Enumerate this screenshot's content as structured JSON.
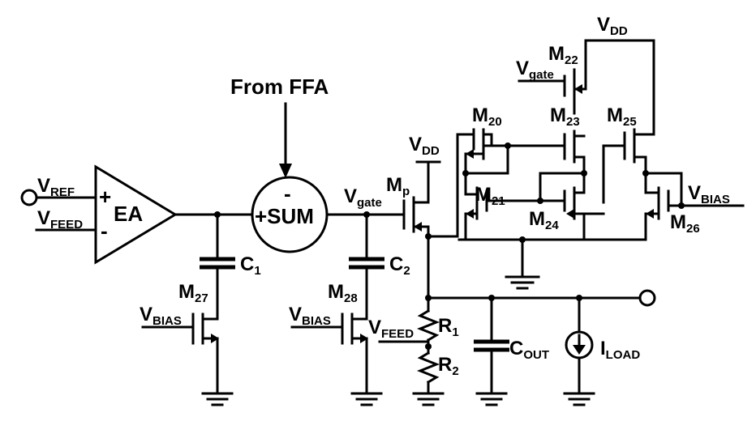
{
  "labels": {
    "from_ffa": "From FFA",
    "vref": {
      "main": "V",
      "sub": "REF"
    },
    "vfeed_in": {
      "main": "V",
      "sub": "FEED"
    },
    "plus": "+",
    "minus": "-",
    "ea": "EA",
    "sum_minus": "-",
    "sum_label": "+SUM",
    "vgate_main": {
      "main": "V",
      "sub": "gate"
    },
    "mp": {
      "main": "M",
      "sub": "p"
    },
    "vdd_mp": {
      "main": "V",
      "sub": "DD"
    },
    "vdd_top": {
      "main": "V",
      "sub": "DD"
    },
    "m20": {
      "main": "M",
      "sub": "20"
    },
    "m21": {
      "main": "M",
      "sub": "21"
    },
    "m22": {
      "main": "M",
      "sub": "22"
    },
    "m23": {
      "main": "M",
      "sub": "23"
    },
    "m24": {
      "main": "M",
      "sub": "24"
    },
    "m25": {
      "main": "M",
      "sub": "25"
    },
    "m26": {
      "main": "M",
      "sub": "26"
    },
    "m27": {
      "main": "M",
      "sub": "27"
    },
    "m28": {
      "main": "M",
      "sub": "28"
    },
    "vgate_m22": {
      "main": "V",
      "sub": "gate"
    },
    "vbias_m26": {
      "main": "V",
      "sub": "BIAS"
    },
    "vbias_m27": {
      "main": "V",
      "sub": "BIAS"
    },
    "vbias_m28": {
      "main": "V",
      "sub": "BIAS"
    },
    "c1": {
      "main": "C",
      "sub": "1"
    },
    "c2": {
      "main": "C",
      "sub": "2"
    },
    "r1": {
      "main": "R",
      "sub": "1"
    },
    "r2": {
      "main": "R",
      "sub": "2"
    },
    "vfeed_node": {
      "main": "V",
      "sub": "FEED"
    },
    "cout": {
      "main": "C",
      "sub": "OUT"
    },
    "iload": {
      "main": "I",
      "sub": "LOAD"
    }
  }
}
